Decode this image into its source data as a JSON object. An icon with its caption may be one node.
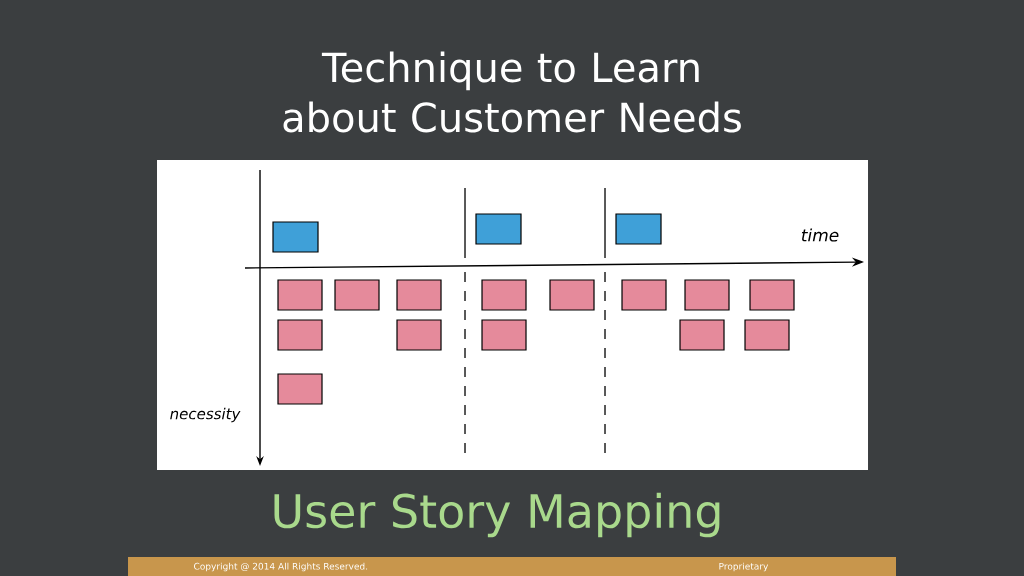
{
  "diagram": {
    "title": "Technique to Learn about Customer Needs",
    "labels": [
      "time",
      "necessity",
      "User Story Mapping",
      "Copyright @ 2014 All Rights Reserved.",
      "Proprietary"
    ]
  }
}
